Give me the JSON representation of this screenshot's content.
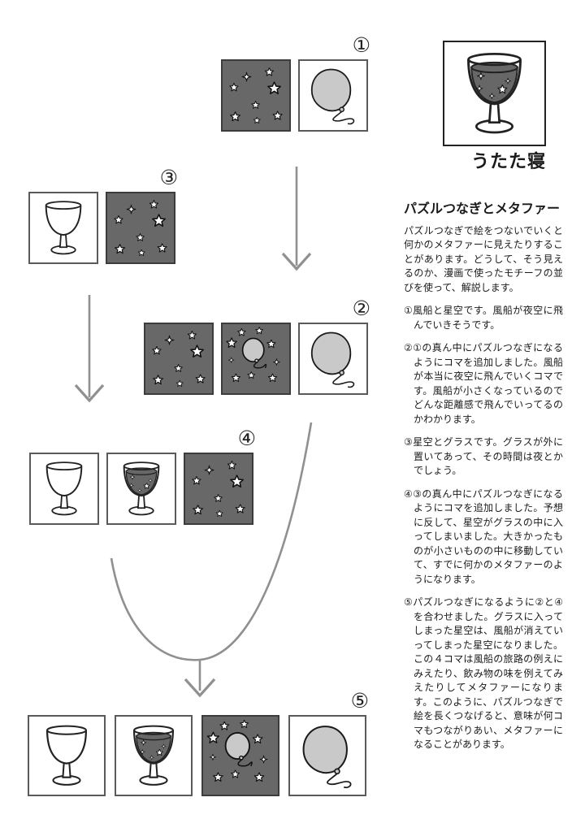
{
  "logo": {
    "icon": "wine-glass-with-stars-icon",
    "caption": "うたた寝"
  },
  "article": {
    "heading": "パズルつなぎとメタファー",
    "intro": "パズルつなぎで絵をつないでいくと何かのメタファーに見えたりすることがあります。どうして、そう見えるのか、漫画で使ったモチーフの並びを使って、解説します。",
    "items": [
      "①風船と星空です。風船が夜空に飛んでいきそうです。",
      "②①の真ん中にパズルつなぎになるようにコマを追加しました。風船が本当に夜空に飛んでいくコマです。風船が小さくなっているのでどんな距離感で飛んでいってるのかわかります。",
      "③星空とグラスです。グラスが外に置いてあって、その時間は夜とかでしょう。",
      "④③の真ん中にパズルつなぎになるようにコマを追加しました。予想に反して、星空がグラスの中に入ってしまいました。大きかったものが小さいものの中に移動していて、すでに何かのメタファーのようになります。",
      "⑤パズルつなぎになるように②と④を合わせました。グラスに入ってしまった星空は、風船が消えていってしまった星空になりました。この４コマは風船の旅路の例えにみえたり、飲み物の味を例えてみえたりしてメタファーになります。このように、パズルつなぎで絵を長くつなげると、意味が何コマもつながりあい、メタファーになることがあります。"
    ]
  },
  "rows": [
    {
      "label": "①",
      "panels": [
        "starry-sky",
        "balloon"
      ]
    },
    {
      "label": "③",
      "panels": [
        "empty-glass",
        "starry-sky"
      ]
    },
    {
      "label": "②",
      "panels": [
        "starry-sky",
        "starry-sky-with-balloon",
        "balloon"
      ]
    },
    {
      "label": "④",
      "panels": [
        "empty-glass",
        "glass-of-starry-wine",
        "starry-sky"
      ]
    },
    {
      "label": "⑤",
      "panels": [
        "empty-glass",
        "glass-of-starry-wine",
        "starry-sky-with-balloon",
        "balloon"
      ]
    }
  ],
  "colors": {
    "night_sky": "#686868",
    "balloon": "#c9c9c9",
    "wine": "#676767",
    "arrow": "#909090",
    "ink": "#1a1a1a"
  }
}
